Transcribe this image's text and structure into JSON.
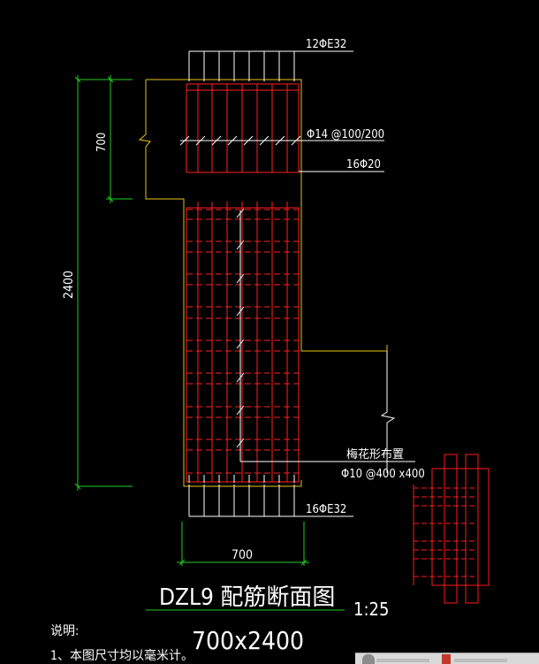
{
  "labels": {
    "top_bars": "12ΦE32",
    "stirrup": "Φ14 @100/200",
    "mid_bars": "16Φ20",
    "bottom_bars": "16ΦE32",
    "dim_700_left": "700",
    "dim_2400": "2400",
    "dim_700_bottom": "700",
    "plum_layout": "梅花形布置",
    "tie_bars": "Φ10 @400 x400",
    "title": "DZL9  配筋断面图",
    "scale": "1:25",
    "size": "700x2400",
    "note_heading": "说明:",
    "note_line1": "1、本图尺寸均以毫米计。"
  },
  "colors": {
    "concrete": "#e8c21a",
    "rebar": "#ff2020",
    "dimension": "#22cc22",
    "leader": "#ffffff",
    "background": "#000000",
    "detail": "#ff1a1a"
  },
  "taskbar": {
    "icons": [
      "app-icon",
      "app-icon-red"
    ]
  }
}
